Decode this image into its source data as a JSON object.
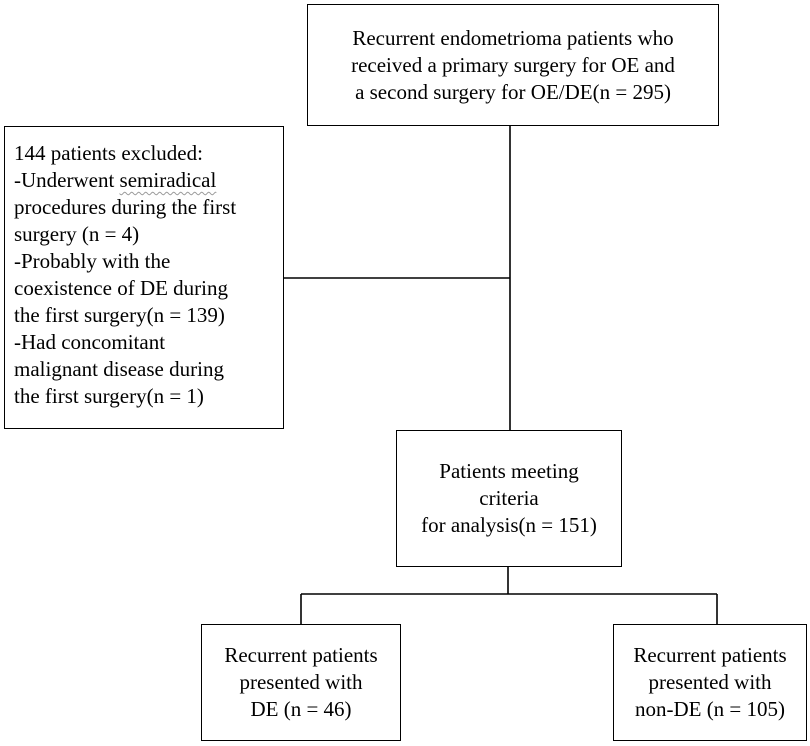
{
  "top_box": {
    "lines": [
      "Recurrent endometrioma patients who",
      "received a primary surgery for OE and",
      "a second surgery for OE/DE(n = 295)"
    ]
  },
  "exclusion_box": {
    "lines": [
      "144 patients excluded:",
      "-Underwent ",
      "semiradical",
      "procedures during the first",
      "surgery (n = 4)",
      "-Probably with the",
      "coexistence of DE during",
      "the first surgery(n = 139)",
      "-Had concomitant",
      "malignant disease during",
      "the first surgery(n = 1)"
    ]
  },
  "analysis_box": {
    "lines": [
      "Patients meeting",
      "criteria",
      "for analysis(n = 151)"
    ]
  },
  "de_box": {
    "lines": [
      "Recurrent patients",
      "presented with",
      "DE (n = 46)"
    ]
  },
  "nonde_box": {
    "lines": [
      "Recurrent patients",
      "presented with",
      "non-DE (n = 105)"
    ]
  }
}
